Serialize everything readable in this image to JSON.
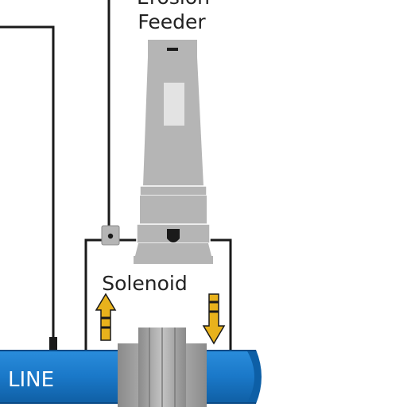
{
  "labels": {
    "feeder_line1": "Erosion",
    "feeder_line2": "Feeder",
    "solenoid": "Solenoid",
    "line": "LINE"
  },
  "colors": {
    "pipe": "#1a78c8",
    "pipe_dark": "#0d5fa6",
    "feeder_body": "#b5b5b5",
    "wire": "#1a1a1a",
    "flow_arrow": "#e8b21c",
    "fitting": "#a8a8a8"
  },
  "icons": [
    "up-flow-arrow-icon",
    "down-flow-arrow-icon",
    "solenoid-valve-icon"
  ]
}
